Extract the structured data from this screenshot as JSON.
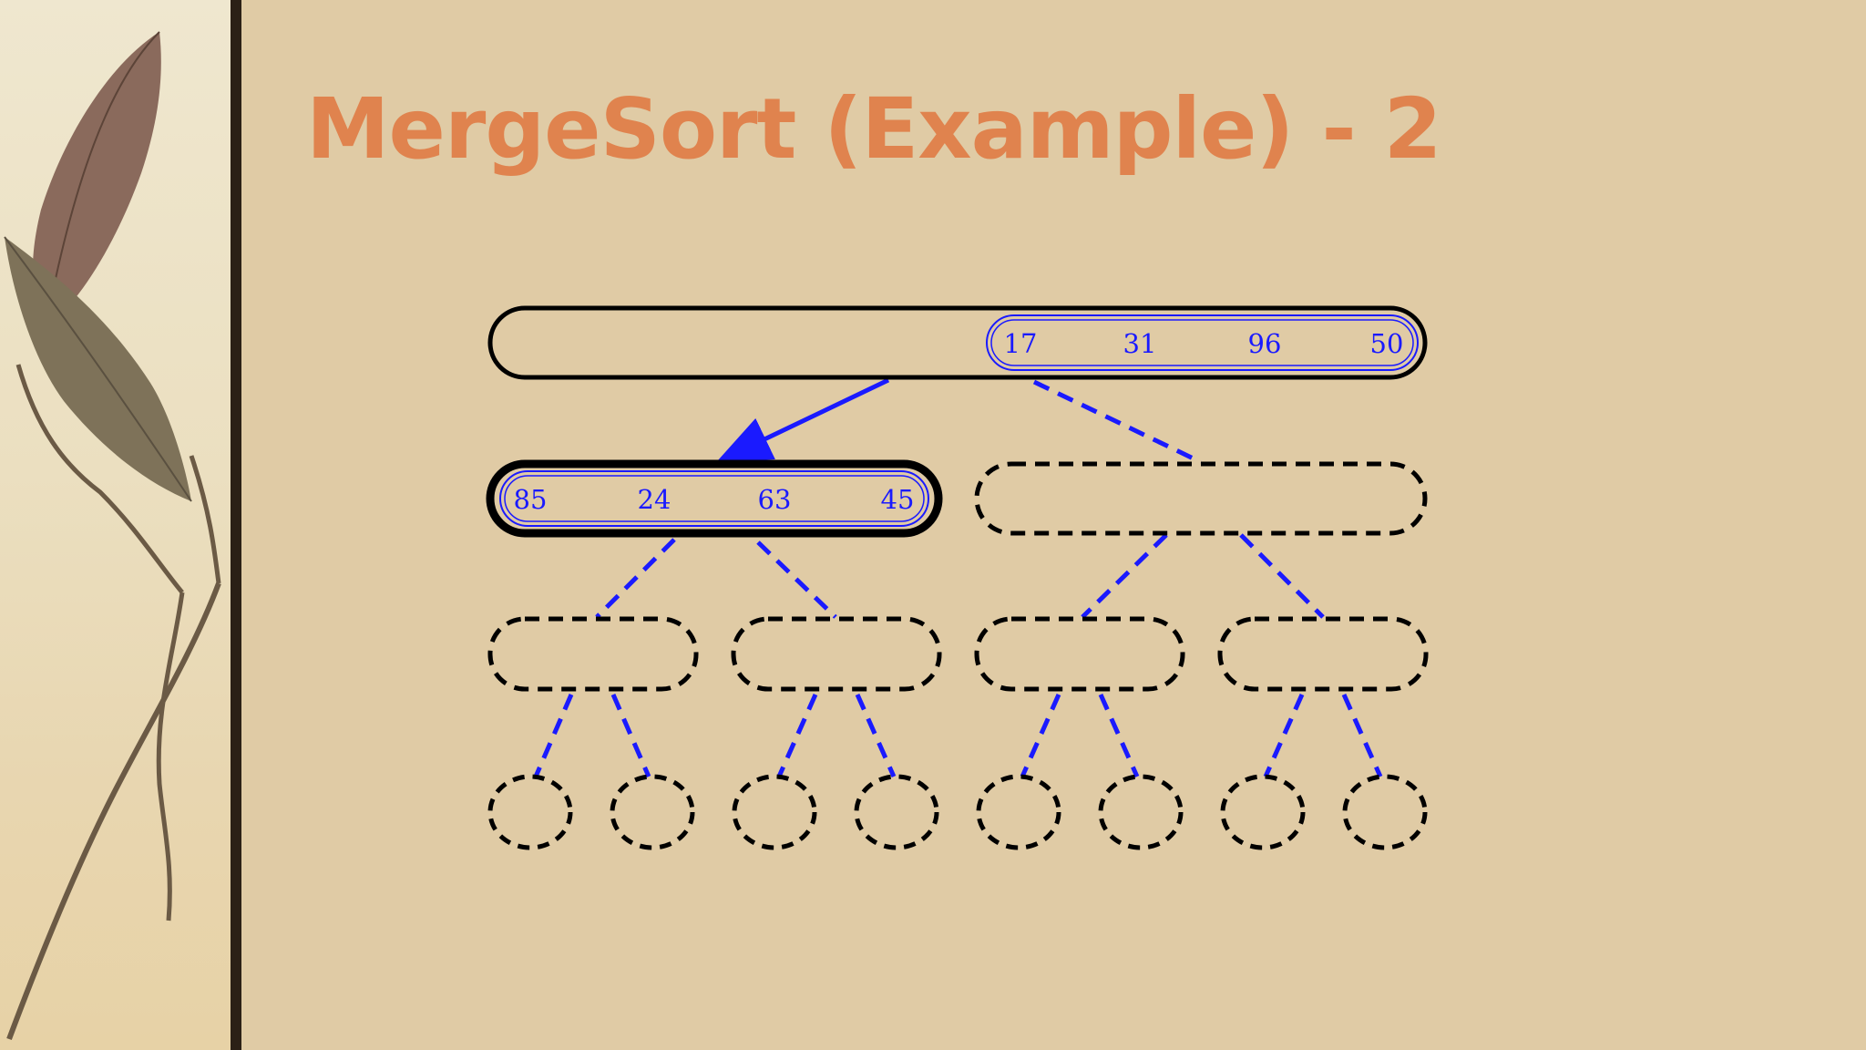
{
  "slide": {
    "title": "MergeSort (Example) - 2"
  },
  "colors": {
    "background": "#e0cba5",
    "title": "#e0834e",
    "numbers": "#1a1aff",
    "outline": "#000000"
  },
  "tree": {
    "root": {
      "values": [
        "17",
        "31",
        "96",
        "50"
      ]
    },
    "left_child": {
      "values": [
        "85",
        "24",
        "63",
        "45"
      ]
    },
    "right_child": {
      "values": []
    },
    "grandchildren": [
      {
        "values": []
      },
      {
        "values": []
      },
      {
        "values": []
      },
      {
        "values": []
      }
    ],
    "leaves": [
      {
        "value": ""
      },
      {
        "value": ""
      },
      {
        "value": ""
      },
      {
        "value": ""
      },
      {
        "value": ""
      },
      {
        "value": ""
      },
      {
        "value": ""
      },
      {
        "value": ""
      }
    ]
  },
  "icons": {
    "sidebar_art": "leaf-branch-icon"
  }
}
